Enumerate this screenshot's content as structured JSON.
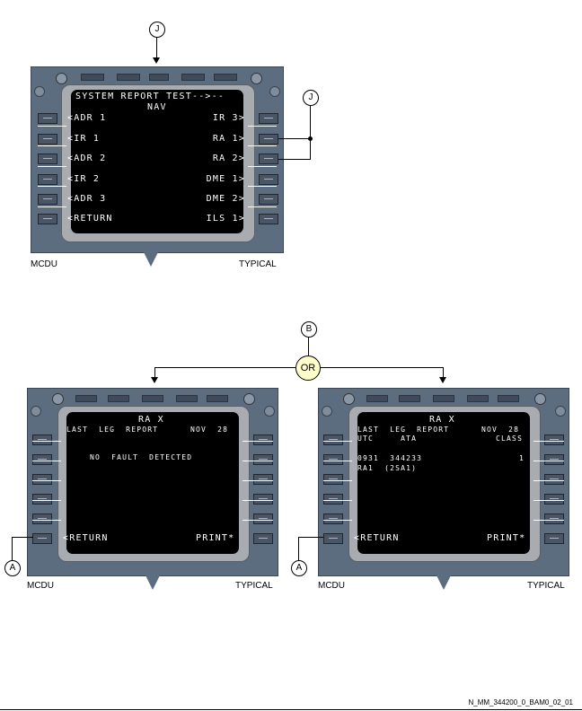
{
  "callouts": {
    "j_top": "J",
    "j_right": "J",
    "b": "B",
    "or": "OR",
    "a_left": "A",
    "a_right": "A"
  },
  "mcdu1": {
    "title1": "SYSTEM REPORT TEST-->--",
    "title2": "NAV",
    "left": [
      "<ADR 1",
      "<IR 1",
      "<ADR 2",
      "<IR 2",
      "<ADR 3",
      "<RETURN"
    ],
    "right": [
      "IR 3>",
      "RA 1>",
      "RA 2>",
      "DME 1>",
      "DME 2>",
      "ILS 1>"
    ],
    "label_left": "MCDU",
    "label_right": "TYPICAL"
  },
  "mcdu2": {
    "title": "RA X",
    "line1_left": "LAST  LEG  REPORT",
    "line1_right": "NOV  28",
    "msg": "NO  FAULT  DETECTED",
    "bottom_left": "<RETURN",
    "bottom_right": "PRINT*",
    "label_left": "MCDU",
    "label_right": "TYPICAL"
  },
  "mcdu3": {
    "title": "RA X",
    "line1_left": "LAST  LEG  REPORT",
    "line1_right": "NOV  28",
    "line2_left": "UTC     ATA",
    "line2_right": "CLASS",
    "line3_left": "0931  344233",
    "line3_right": "1",
    "line4_left": "RA1  (2SA1)",
    "bottom_left": "<RETURN",
    "bottom_right": "PRINT*",
    "label_left": "MCDU",
    "label_right": "TYPICAL"
  },
  "footer": "N_MM_344200_0_BAM0_02_01"
}
